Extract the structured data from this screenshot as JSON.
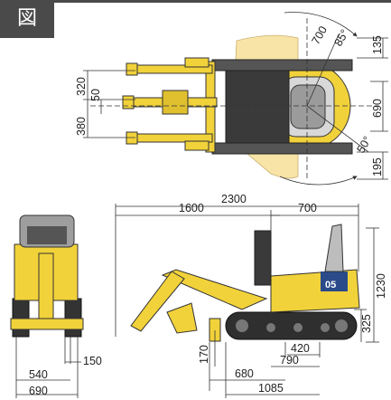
{
  "header": {
    "tag": "図"
  },
  "colors": {
    "yellow": "#f2d23a",
    "light_yellow": "#f7e4a6",
    "dark": "#2a2a2a",
    "grey": "#8a8a8a"
  },
  "dims": {
    "top": {
      "r700": "700",
      "ang85": "85°",
      "d135": "135",
      "d320": "320",
      "d50a": "50",
      "d380": "380",
      "d690": "690",
      "ang50": "50°",
      "d195": "195"
    },
    "side": {
      "d2300": "2300",
      "d1600": "1600",
      "d700": "700",
      "d1230": "1230",
      "d325": "325",
      "d170": "170",
      "d420": "420",
      "d790": "790",
      "d680": "680",
      "d1085": "1085"
    },
    "front": {
      "d150": "150",
      "d540": "540",
      "d690": "690"
    }
  },
  "badge": "05"
}
